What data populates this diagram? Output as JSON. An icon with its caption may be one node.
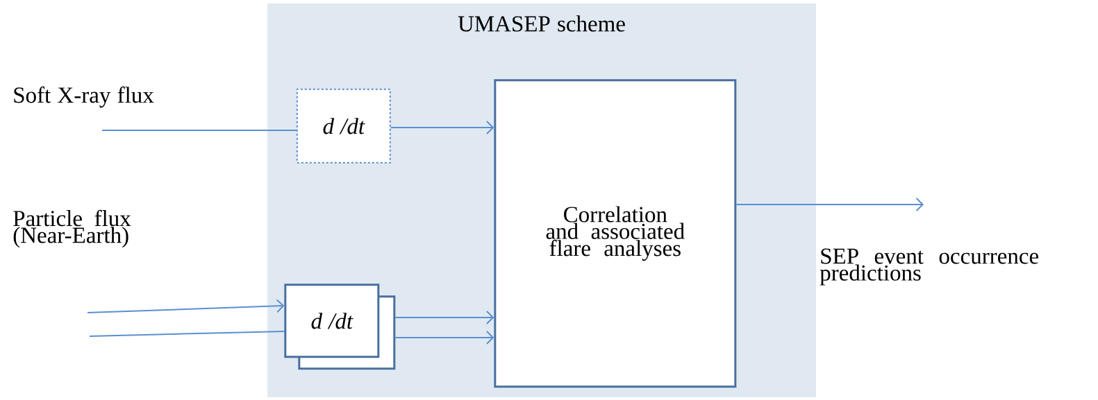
{
  "diagram": {
    "nodes": [
      {
        "text": [
          "UMASEP scheme"
        ]
      },
      {
        "text": [
          "d /dt"
        ],
        "in": 0
      },
      {
        "text": [],
        "shape": "box",
        "in": 0
      },
      {
        "text": [
          "d /dt"
        ],
        "in": 0
      },
      {
        "text": [
          "Correlation and associated flare analyses"
        ],
        "in": 0
      }
    ],
    "edges": [
      {
        "from": null,
        "to": 1,
        "arrow": "none"
      },
      {
        "from": 1,
        "to": 4,
        "arrow": "to"
      },
      {
        "from": null,
        "to": 3,
        "arrow": "to"
      },
      {
        "from": null,
        "to": 3,
        "arrow": "none"
      },
      {
        "from": 2,
        "to": 4,
        "arrow": "to"
      },
      {
        "from": 2,
        "to": 4,
        "arrow": "to"
      },
      {
        "from": 4,
        "to": null,
        "arrow": "to"
      }
    ],
    "labels": [
      "Soft X-ray flux",
      "Particle flux (Near-Earth)",
      "SEP event occurrence predictions"
    ]
  }
}
